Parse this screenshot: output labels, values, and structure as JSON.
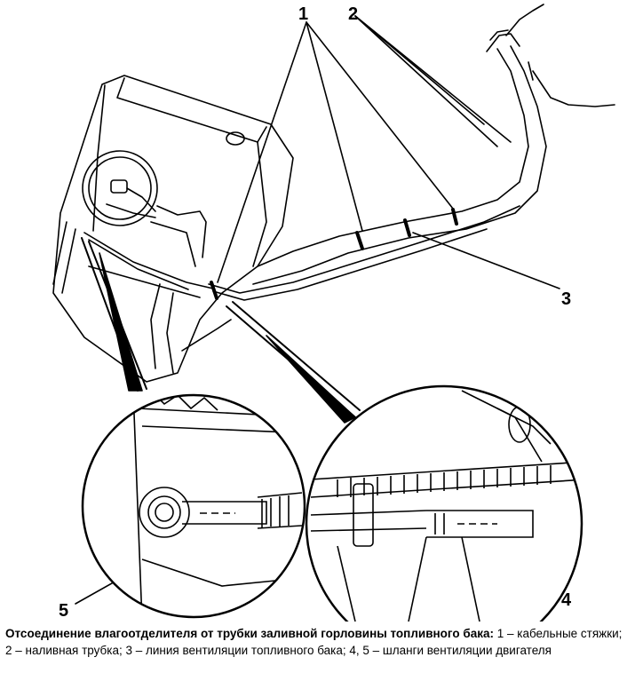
{
  "figure": {
    "callouts": [
      {
        "id": "1",
        "label": "1"
      },
      {
        "id": "2",
        "label": "2"
      },
      {
        "id": "3",
        "label": "3"
      },
      {
        "id": "4",
        "label": "4"
      },
      {
        "id": "5",
        "label": "5"
      }
    ]
  },
  "caption": {
    "title": "Отсоединение влагоотделителя от трубки заливной горловины топливного бака:",
    "text": "1 – кабельные стяжки; 2 – наливная трубка; 3 – линия вентиляции топливного бака; 4, 5 – шланги вентиляции двигателя"
  }
}
